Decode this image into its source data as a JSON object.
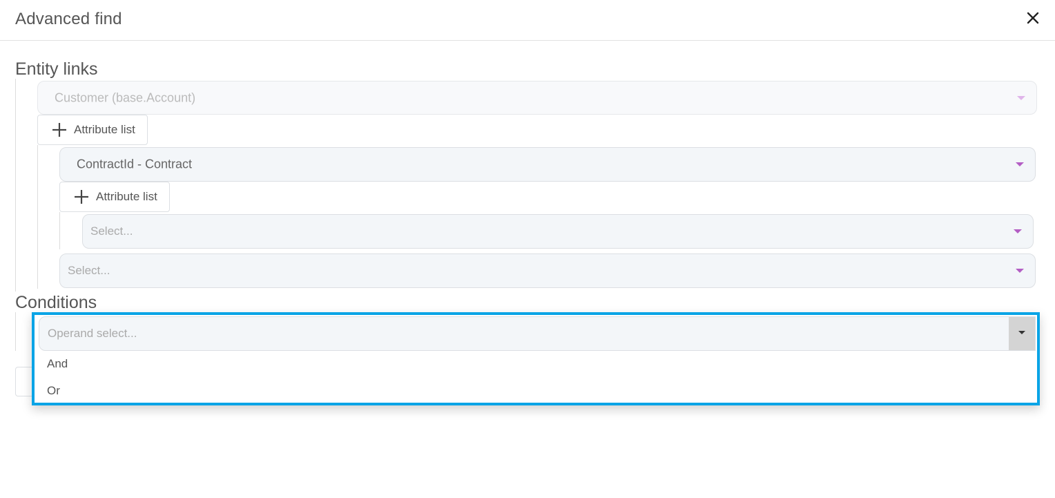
{
  "dialog": {
    "title": "Advanced find",
    "close_icon": "close-icon"
  },
  "entity_links": {
    "title": "Entity links",
    "root_select": {
      "value": "Customer (base.Account)",
      "disabled": true
    },
    "root_attribute_button": {
      "label": "Attribute list",
      "icon": "plus-icon"
    },
    "child_select": {
      "value": "ContractId - Contract"
    },
    "child_attribute_button": {
      "label": "Attribute list",
      "icon": "plus-icon"
    },
    "child_attribute_select": {
      "placeholder": "Select..."
    },
    "link_select": {
      "placeholder": "Select..."
    }
  },
  "conditions": {
    "title": "Conditions",
    "operand_select": {
      "placeholder": "Operand select...",
      "open": true,
      "options": [
        {
          "label": "And"
        },
        {
          "label": "Or"
        }
      ]
    }
  },
  "colors": {
    "highlight_border": "#0aa4e6",
    "caret_accent": "#b35ec4",
    "select_bg": "#f3f6f9"
  }
}
